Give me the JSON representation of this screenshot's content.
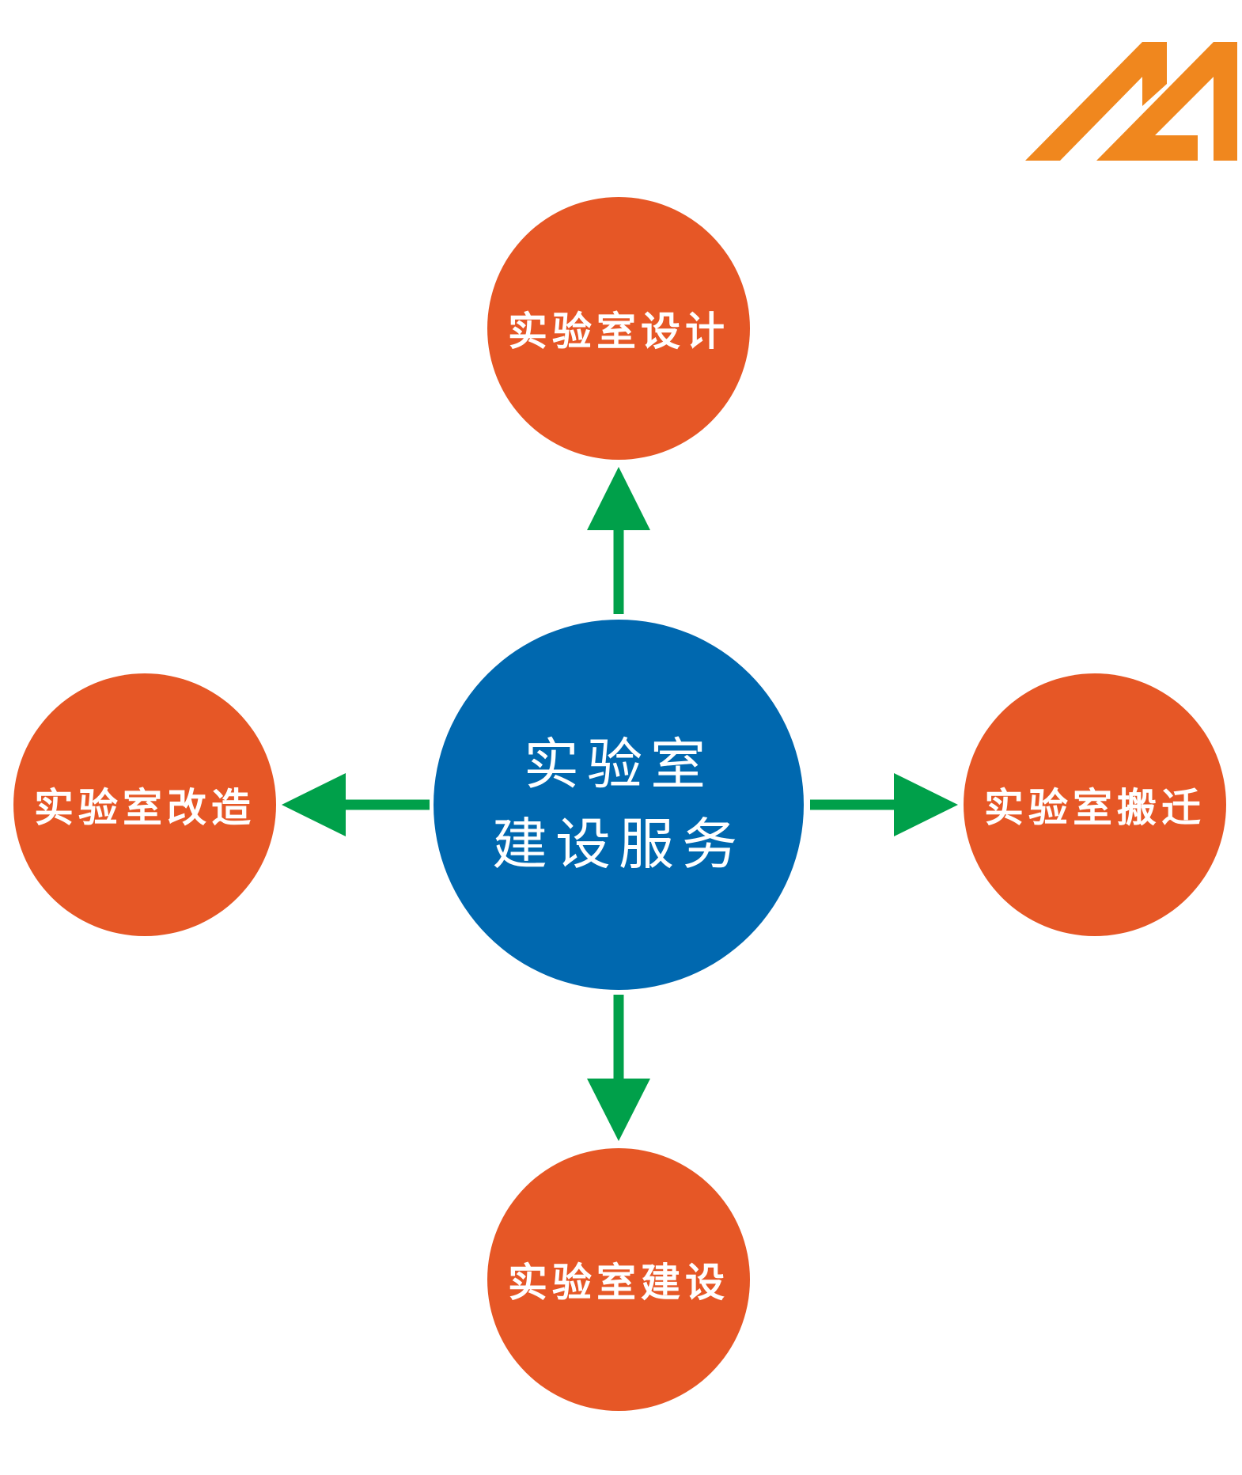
{
  "logo": {
    "text": "MA",
    "color": "#F0871E"
  },
  "hub": {
    "line1": "实验室",
    "line2": "建设服务",
    "color": "#0068AF"
  },
  "satellites": {
    "top": "实验室设计",
    "right": "实验室搬迁",
    "bottom": "实验室建设",
    "left": "实验室改造",
    "color": "#E65726"
  },
  "arrow_color": "#00A04A"
}
